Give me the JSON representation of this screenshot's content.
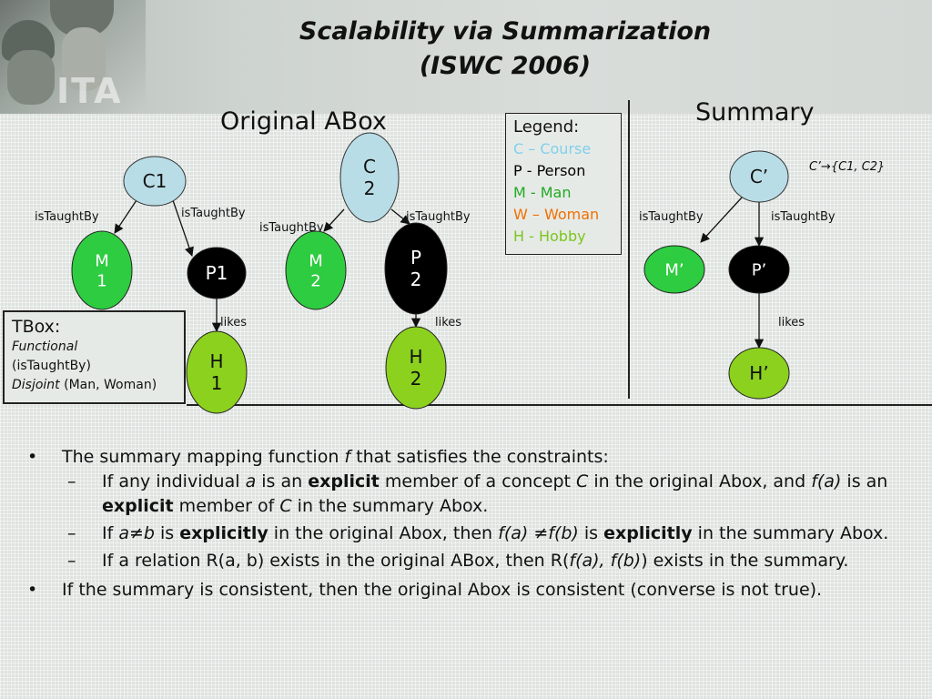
{
  "title": {
    "line1": "Scalability via Summarization",
    "line2": "(ISWC 2006)"
  },
  "header": {
    "logo_text": "ITA"
  },
  "sections": {
    "original": "Original ABox",
    "summary": "Summary"
  },
  "legend": {
    "heading": "Legend:",
    "items": [
      {
        "text": "C – Course",
        "color": "#7fd0ea"
      },
      {
        "text": "P - Person",
        "color": "#000000"
      },
      {
        "text": "M - Man",
        "color": "#22aa22"
      },
      {
        "text": "W – Woman",
        "color": "#f07000"
      },
      {
        "text": "H - Hobby",
        "color": "#7ac51c"
      }
    ]
  },
  "tbox": {
    "heading": "TBox:",
    "line1": "Functional",
    "line2": "(isTaughtBy)",
    "line3_italic": "Disjoint",
    "line3_rest": " (Man, Woman)"
  },
  "summary_mapping": "C’→{C1, C2}",
  "nodes": [
    {
      "id": "C1",
      "lines": [
        "C1"
      ],
      "type": "course"
    },
    {
      "id": "C2",
      "lines": [
        "C",
        "2"
      ],
      "type": "course"
    },
    {
      "id": "M1",
      "lines": [
        "M",
        "1"
      ],
      "type": "man"
    },
    {
      "id": "P1",
      "lines": [
        "P1"
      ],
      "type": "person"
    },
    {
      "id": "M2",
      "lines": [
        "M",
        "2"
      ],
      "type": "man"
    },
    {
      "id": "P2",
      "lines": [
        "P",
        "2"
      ],
      "type": "person"
    },
    {
      "id": "H1",
      "lines": [
        "H",
        "1"
      ],
      "type": "hobby"
    },
    {
      "id": "H2",
      "lines": [
        "H",
        "2"
      ],
      "type": "hobby"
    },
    {
      "id": "Cs",
      "lines": [
        "C’"
      ],
      "type": "course"
    },
    {
      "id": "Ms",
      "lines": [
        "M’"
      ],
      "type": "man"
    },
    {
      "id": "Ps",
      "lines": [
        "P’"
      ],
      "type": "person"
    },
    {
      "id": "Hs",
      "lines": [
        "H’"
      ],
      "type": "hobby"
    }
  ],
  "edges": [
    {
      "from": "C1",
      "to": "M1",
      "label": "isTaughtBy"
    },
    {
      "from": "C1",
      "to": "P1",
      "label": "isTaughtBy"
    },
    {
      "from": "C2",
      "to": "M2",
      "label": "isTaughtBy"
    },
    {
      "from": "C2",
      "to": "P2",
      "label": "isTaughtBy"
    },
    {
      "from": "P1",
      "to": "H1",
      "label": "likes"
    },
    {
      "from": "P2",
      "to": "H2",
      "label": "likes"
    },
    {
      "from": "Cs",
      "to": "Ms",
      "label": "isTaughtBy"
    },
    {
      "from": "Cs",
      "to": "Ps",
      "label": "isTaughtBy"
    },
    {
      "from": "Ps",
      "to": "Hs",
      "label": "likes"
    }
  ],
  "colors": {
    "course": "#b9dde6",
    "man": "#2ecc40",
    "person": "#000000",
    "hobby": "#8cd11e"
  },
  "bullets": [
    {
      "level": 1,
      "marker": "•",
      "parts": [
        {
          "t": "The summary mapping function "
        },
        {
          "t": "f",
          "i": true
        },
        {
          "t": " that satisfies the constraints:"
        }
      ]
    },
    {
      "level": 2,
      "marker": "–",
      "parts": [
        {
          "t": "If any individual "
        },
        {
          "t": "a",
          "i": true
        },
        {
          "t": " is an "
        },
        {
          "t": "explicit",
          "b": true
        },
        {
          "t": " member of a concept "
        },
        {
          "t": "C",
          "i": true
        },
        {
          "t": " in the original Abox, and "
        },
        {
          "t": "f(a)",
          "i": true
        },
        {
          "t": " is an "
        },
        {
          "t": "explicit",
          "b": true
        },
        {
          "t": " member of "
        },
        {
          "t": "C",
          "i": true
        },
        {
          "t": " in the summary Abox."
        }
      ]
    },
    {
      "level": 2,
      "marker": "–",
      "parts": [
        {
          "t": "If "
        },
        {
          "t": "a≠b",
          "i": true
        },
        {
          "t": " is "
        },
        {
          "t": "explicitly",
          "b": true
        },
        {
          "t": " in the original Abox, then "
        },
        {
          "t": "f(a) ≠f(b)",
          "i": true
        },
        {
          "t": " is "
        },
        {
          "t": "explicitly",
          "b": true
        },
        {
          "t": " in the summary Abox."
        }
      ]
    },
    {
      "level": 2,
      "marker": "–",
      "parts": [
        {
          "t": "If a relation R(a, b) exists in the original ABox, then R("
        },
        {
          "t": "f(a), f(b)",
          "i": true
        },
        {
          "t": ") exists in the summary."
        }
      ]
    },
    {
      "level": 1,
      "marker": "•",
      "parts": [
        {
          "t": "If the summary is consistent, then the original Abox is consistent (converse is not true)."
        }
      ]
    }
  ]
}
